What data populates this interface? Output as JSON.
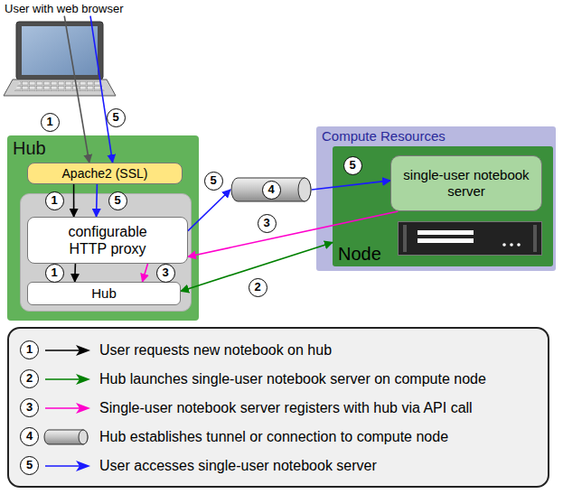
{
  "diagram": {
    "nodes": [
      {
        "text": [
          "User with web browser"
        ]
      },
      {
        "text": [
          "Hub"
        ]
      },
      {
        "text": [
          "Apache2 (SSL)"
        ],
        "in": 1
      },
      {
        "text": [
          "configurable HTTP proxy"
        ],
        "in": 1
      },
      {
        "text": [
          "Hub"
        ],
        "in": 1
      },
      {
        "text": [
          "Compute Resources"
        ]
      },
      {
        "text": [
          "Node"
        ],
        "in": 5
      },
      {
        "text": [
          "single-user notebook server"
        ],
        "in": 6
      },
      {
        "text": [
          "4"
        ]
      }
    ],
    "edges": [
      {
        "from": 0,
        "to": 2,
        "arrow": "to",
        "label": "1"
      },
      {
        "from": 0,
        "to": 2,
        "arrow": "to",
        "label": "5"
      },
      {
        "from": 2,
        "to": 3,
        "arrow": "to",
        "label": "1"
      },
      {
        "from": 2,
        "to": 3,
        "arrow": "to",
        "label": "5"
      },
      {
        "from": 3,
        "to": 4,
        "arrow": "to",
        "label": "1"
      },
      {
        "from": 4,
        "to": 6,
        "arrow": "both",
        "label": "2"
      },
      {
        "from": 7,
        "to": 3,
        "arrow": "to",
        "label": "3"
      },
      {
        "from": 3,
        "to": 4,
        "arrow": "to",
        "label": "3"
      },
      {
        "from": 3,
        "to": 8,
        "arrow": "to",
        "label": "5"
      },
      {
        "from": 8,
        "to": 7,
        "arrow": "to",
        "label": "5"
      }
    ],
    "labels": [
      "1",
      "2",
      "3",
      "4",
      "5"
    ],
    "legend": [
      {
        "text": "User requests new notebook on hub"
      },
      {
        "text": "Hub launches single-user notebook server on compute node"
      },
      {
        "text": "Single-user notebook server registers with hub via API call"
      },
      {
        "text": "Hub establishes tunnel or connection to compute node"
      },
      {
        "text": "User accesses single-user notebook server"
      }
    ]
  }
}
